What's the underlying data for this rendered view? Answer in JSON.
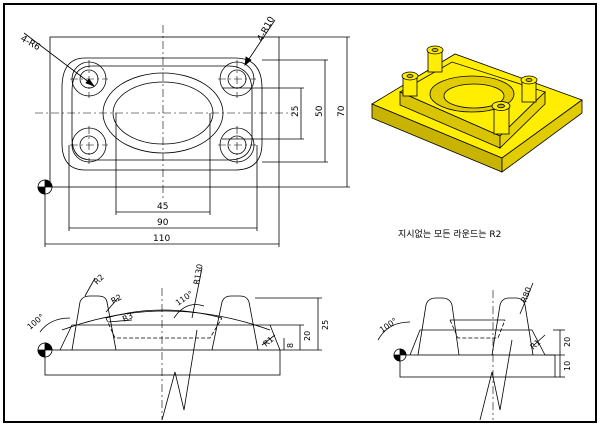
{
  "top_view": {
    "hole_callout_left": "4-R6",
    "hole_callout_right": "4-R10",
    "dim_45": "45",
    "dim_90": "90",
    "dim_110": "110",
    "dim_25": "25",
    "dim_50": "50",
    "dim_70": "70"
  },
  "note_text": "지시없는 모든 라운드는 R2",
  "front_view": {
    "r2": "R2",
    "r2b": "R2",
    "r3": "R3",
    "r130": "R130",
    "angle_110": "110°",
    "angle_100": "100°",
    "r1": "R1",
    "dim_8": "8",
    "dim_20": "20",
    "dim_25": "25"
  },
  "side_view": {
    "r80": "R80",
    "r1": "R1",
    "angle_100": "100°",
    "dim_20": "20",
    "dim_10": "10"
  },
  "colors": {
    "part_fill": "#ffee00",
    "part_shade": "#c8b400",
    "line": "#000000"
  }
}
